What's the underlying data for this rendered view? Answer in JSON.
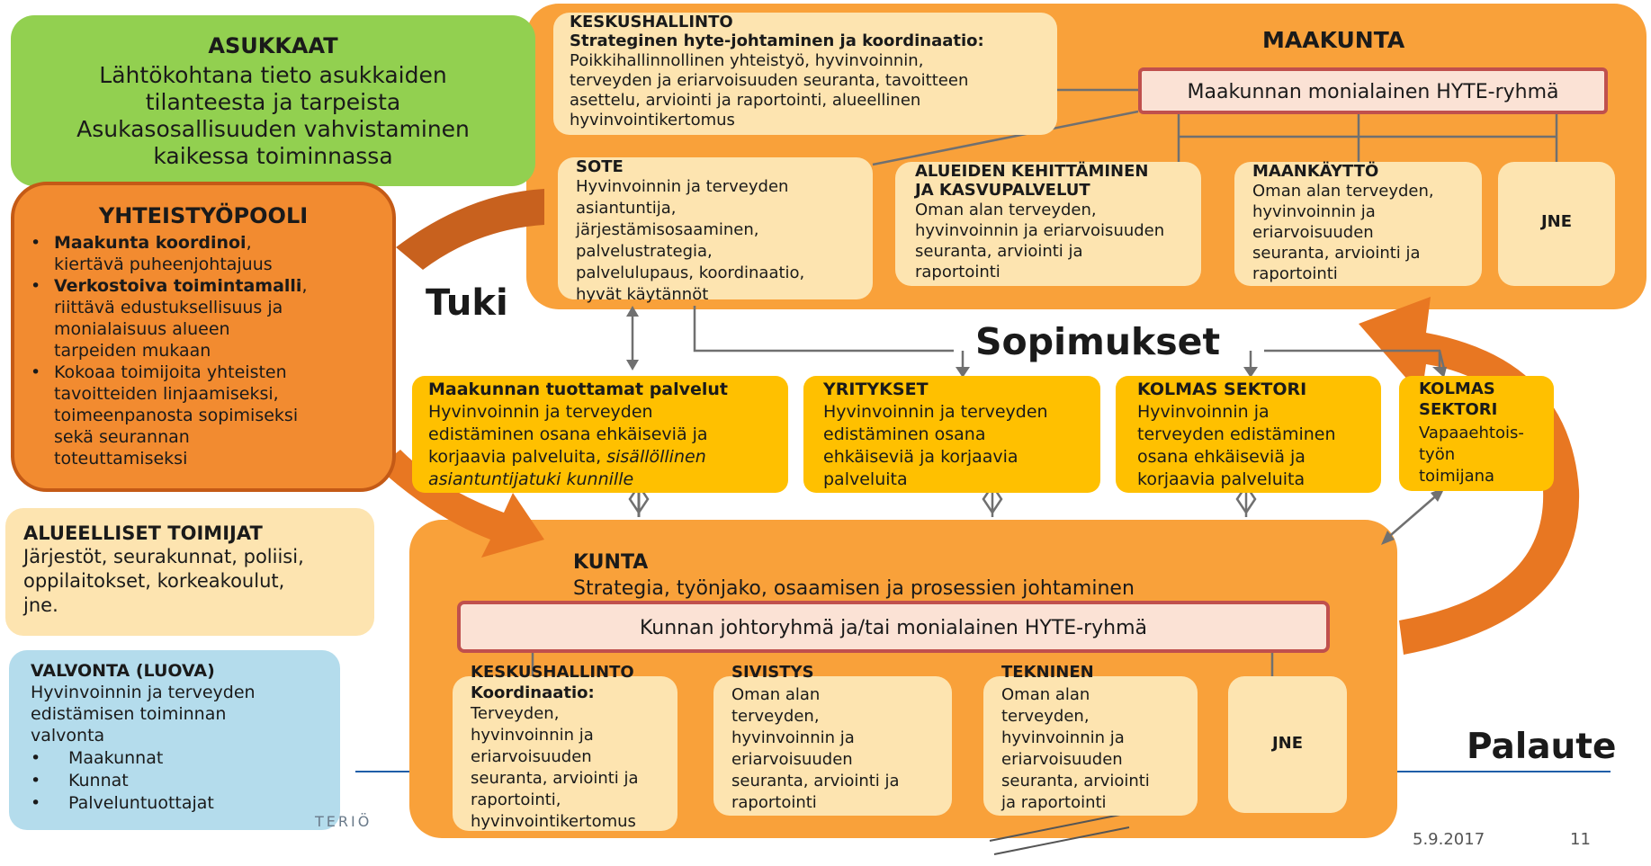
{
  "asukkaat": {
    "title": "ASUKKAAT",
    "lines": [
      "Lähtökohtana tieto asukkaiden",
      "tilanteesta ja tarpeista",
      "Asukasosallisuuden vahvistaminen",
      "kaikessa toiminnassa"
    ]
  },
  "yhteistyopooli": {
    "title": "YHTEISTYÖPOOLI",
    "items": [
      {
        "bold": "Maakunta koordinoi",
        "rest": ",",
        "lines": [
          "kiertävä puheenjohtajuus"
        ]
      },
      {
        "bold": "Verkostoiva toimintamalli",
        "rest": ",",
        "lines": [
          "riittävä edustuksellisuus ja",
          "monialaisuus alueen",
          "tarpeiden mukaan"
        ]
      },
      {
        "bold": "",
        "rest": "Kokoaa toimijoita yhteisten",
        "lines": [
          "tavoitteiden linjaamiseksi,",
          "toimeenpanosta sopimiseksi",
          "sekä seurannan",
          "toteuttamiseksi"
        ]
      }
    ]
  },
  "alueelliset": {
    "title": "ALUEELLISET TOIMIJAT",
    "lines": [
      "Järjestöt, seurakunnat, poliisi,",
      "oppilaitokset, korkeakoulut,",
      "jne."
    ]
  },
  "valvonta": {
    "title": "VALVONTA (LUOVA)",
    "lines": [
      "Hyvinvoinnin ja terveyden",
      "edistämisen toiminnan",
      "valvonta"
    ],
    "bullets": [
      "Maakunnat",
      "Kunnat",
      "Palveluntuottajat"
    ]
  },
  "maakunta": {
    "title": "MAAKUNTA",
    "hyte_group": "Maakunnan monialainen HYTE-ryhmä",
    "keskushallinto": {
      "title": "KESKUSHALLINTO",
      "subtitle": "Strateginen hyte-johtaminen ja koordinaatio:",
      "lines": [
        "Poikkihallinnollinen yhteistyö, hyvinvoinnin,",
        "terveyden ja eriarvoisuuden seuranta, tavoitteen",
        "asettelu, arviointi ja raportointi, alueellinen",
        "hyvinvointikertomus"
      ]
    },
    "sote": {
      "title": "SOTE",
      "lines": [
        "Hyvinvoinnin ja terveyden",
        "asiantuntija,",
        "järjestämisosaaminen,",
        "palvelustrategia,",
        "palvelulupaus, koordinaatio,",
        "hyvät käytännöt"
      ]
    },
    "alueiden": {
      "title_lines": [
        "ALUEIDEN KEHITTÄMINEN",
        "JA KASVUPALVELUT"
      ],
      "lines": [
        "Oman alan terveyden,",
        "hyvinvoinnin ja eriarvoisuuden",
        "seuranta, arviointi ja",
        "raportointi"
      ]
    },
    "maankaytto": {
      "title": "MAANKÄYTTÖ",
      "lines": [
        "Oman alan terveyden,",
        "hyvinvoinnin ja",
        "eriarvoisuuden",
        "seuranta, arviointi ja",
        "raportointi"
      ]
    },
    "jne": "JNE"
  },
  "labels": {
    "tuki": "Tuki",
    "sopimukset": "Sopimukset",
    "palaute": "Palaute"
  },
  "middle": {
    "maakunnan_palvelut": {
      "title": "Maakunnan tuottamat palvelut",
      "lines": [
        "Hyvinvoinnin ja terveyden",
        "edistäminen osana ehkäiseviä ja",
        "korjaavia palveluita,"
      ],
      "italic_tail": " sisällöllinen",
      "italic_line": "asiantuntijatuki  kunnille"
    },
    "yritykset": {
      "title": "YRITYKSET",
      "lines": [
        "Hyvinvoinnin ja terveyden",
        "edistäminen osana",
        "ehkäiseviä ja korjaavia",
        "palveluita"
      ]
    },
    "kolmas1": {
      "title": "KOLMAS SEKTORI",
      "lines": [
        "Hyvinvoinnin ja",
        "terveyden edistäminen",
        "osana ehkäiseviä ja",
        "korjaavia palveluita"
      ]
    },
    "kolmas2": {
      "title_lines": [
        "KOLMAS",
        "SEKTORI"
      ],
      "lines": [
        "Vapaaehtois-",
        "työn",
        "toimijana"
      ]
    }
  },
  "kunta": {
    "title": "KUNTA",
    "strategy": "Strategia, työnjako, osaamisen ja prosessien johtaminen",
    "group": "Kunnan johtoryhmä ja/tai monialainen HYTE-ryhmä",
    "keskushallinto": {
      "title": "KESKUSHALLINTO",
      "subtitle": "Koordinaatio:",
      "lines": [
        "Terveyden,",
        "hyvinvoinnin ja",
        "eriarvoisuuden",
        "seuranta, arviointi ja",
        "raportointi,",
        "hyvinvointikertomus"
      ]
    },
    "sivistys": {
      "title": "SIVISTYS",
      "lines": [
        "Oman alan",
        "terveyden,",
        "hyvinvoinnin ja",
        "eriarvoisuuden",
        "seuranta, arviointi ja",
        "raportointi"
      ]
    },
    "tekninen": {
      "title": "TEKNINEN",
      "lines": [
        "Oman alan",
        "terveyden,",
        "hyvinvoinnin ja",
        "eriarvoisuuden",
        "seuranta, arviointi",
        "ja raportointi"
      ]
    },
    "jne": "JNE"
  },
  "footer": {
    "date": "5.9.2017",
    "page": "11",
    "ministry_fragment": "TERIÖ"
  },
  "colors": {
    "green": "#92d050",
    "orange_bg": "#f9a13a",
    "orange_dark": "#e87722",
    "light_yellow": "#fde4b0",
    "gold": "#ffc000",
    "blue": "#b4dcec",
    "pink": "#fbe2d5",
    "line": "#707070"
  }
}
